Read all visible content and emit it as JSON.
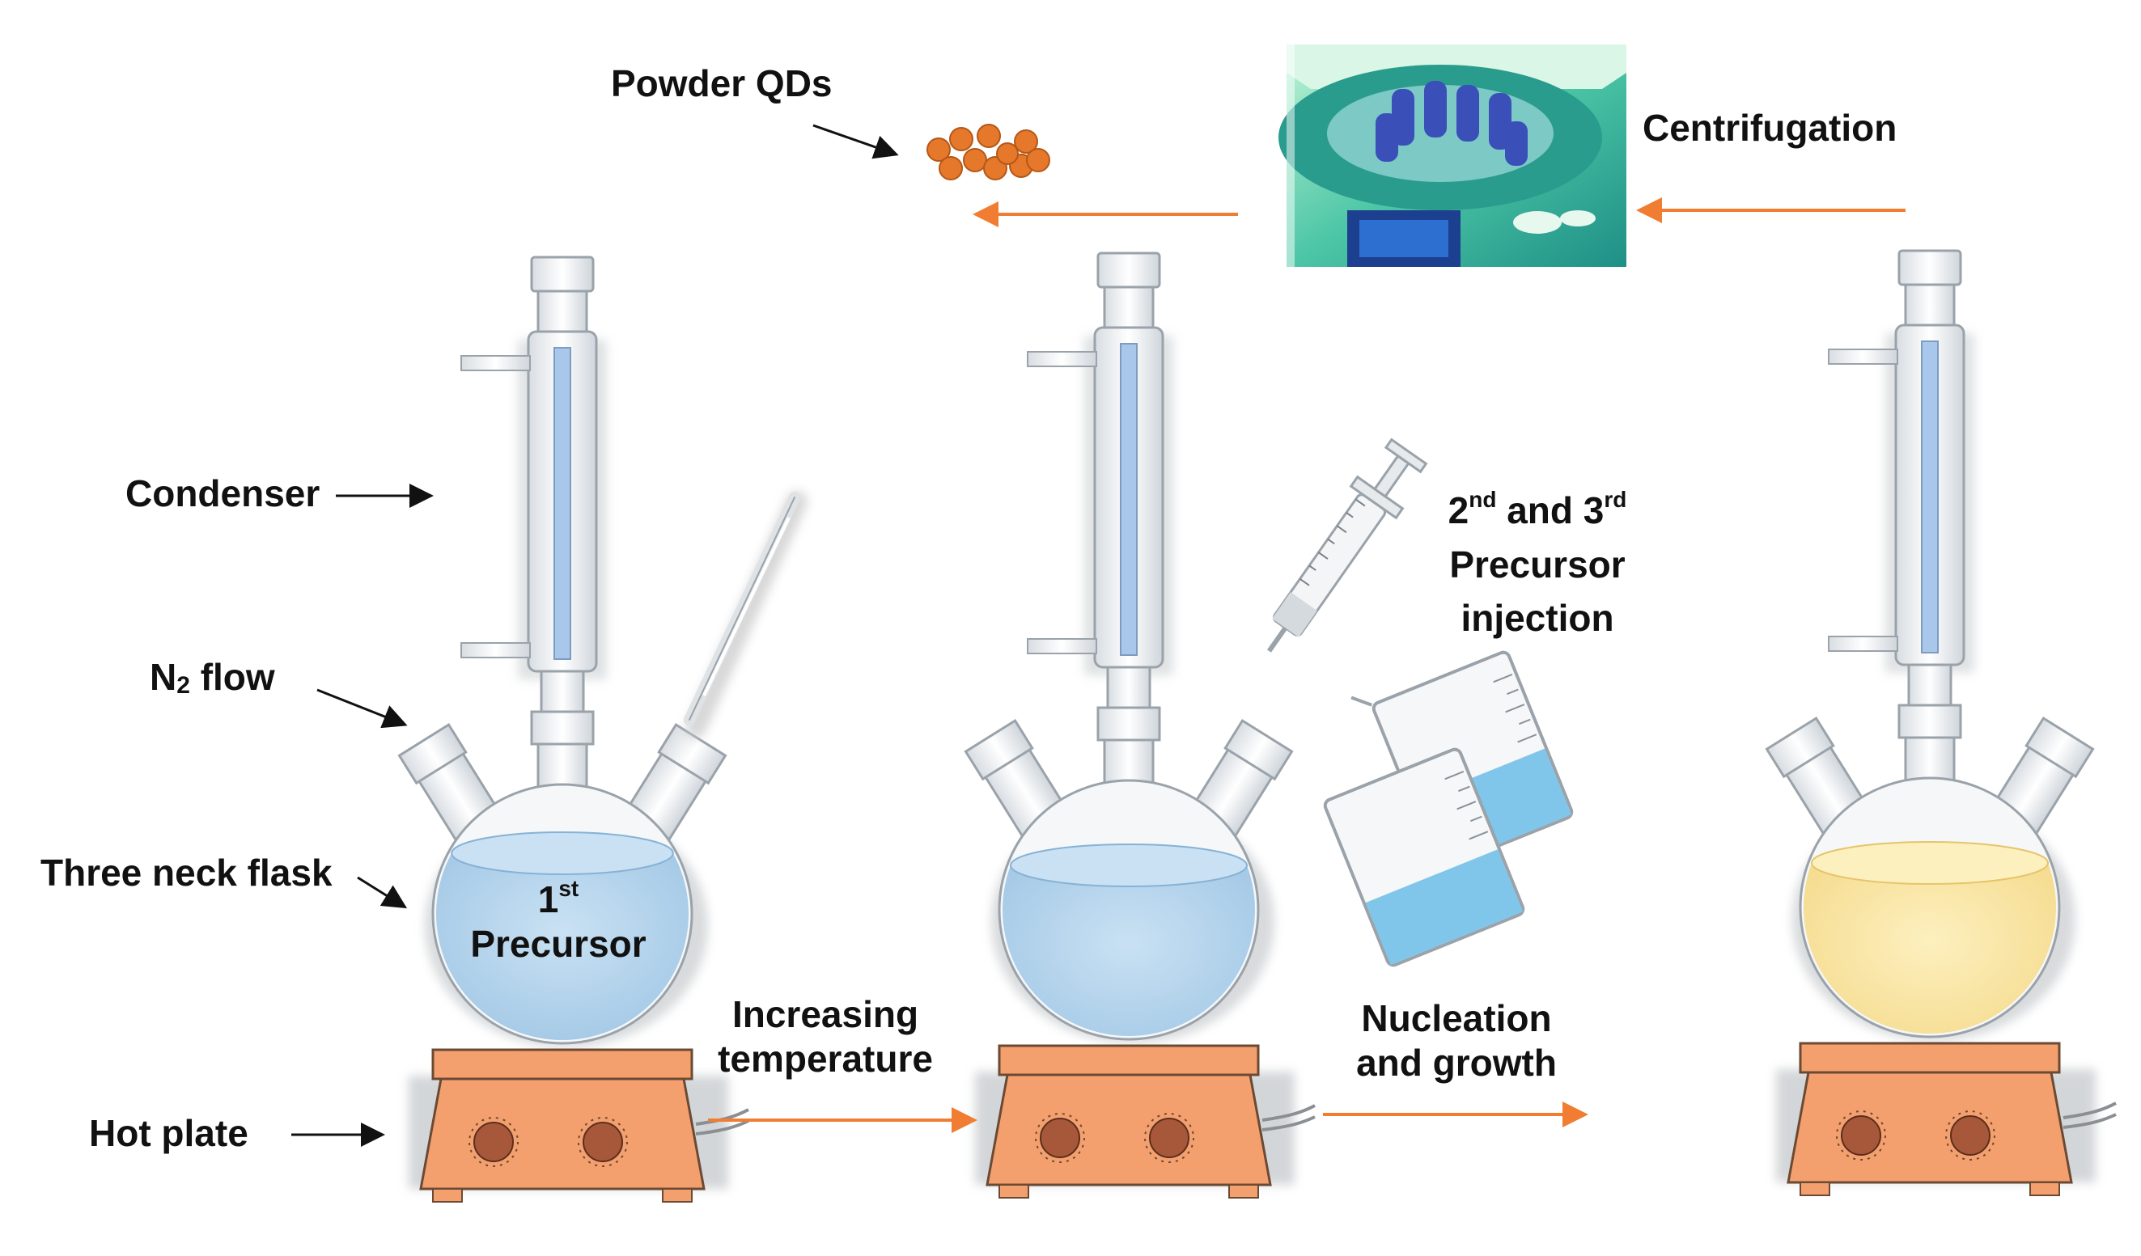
{
  "labels": {
    "powder_qds": "Powder QDs",
    "centrifugation": "Centrifugation",
    "condenser": "Condenser",
    "n2_flow_n": "N",
    "n2_flow_sub": "2",
    "n2_flow_rest": " flow",
    "three_neck_flask": "Three neck flask",
    "hot_plate": "Hot plate",
    "first_num": "1",
    "first_sup": "st",
    "first_word": "Precursor",
    "increasing_1": "Increasing",
    "increasing_2": "temperature",
    "nucleation_1": "Nucleation",
    "nucleation_2": "and growth",
    "injection_2": "2",
    "injection_2_sup": "nd",
    "injection_and3": " and 3",
    "injection_3_sup": "rd",
    "injection_precursor": "Precursor",
    "injection_word": "injection"
  },
  "colors": {
    "arrow_orange": "#f07d32",
    "hotplate_fill": "#f4a06e",
    "hotplate_knob": "#a8583a",
    "solution_blue": "#b5d6ee",
    "solution_yellow": "#fbe49c",
    "glass_outline": "#9aa2aa",
    "condenser_inner": "#a9c7ea",
    "qd_orange": "#e5782a",
    "beaker_liquid": "#7fc6ea",
    "centrifuge_green": "#2fb59a"
  },
  "stages": [
    {
      "name": "stage-1",
      "solution": "blue-full",
      "accessory": "thermometer"
    },
    {
      "name": "stage-2",
      "solution": "blue",
      "accessory": "syringe"
    },
    {
      "name": "stage-3",
      "solution": "yellow",
      "accessory": "none"
    }
  ]
}
